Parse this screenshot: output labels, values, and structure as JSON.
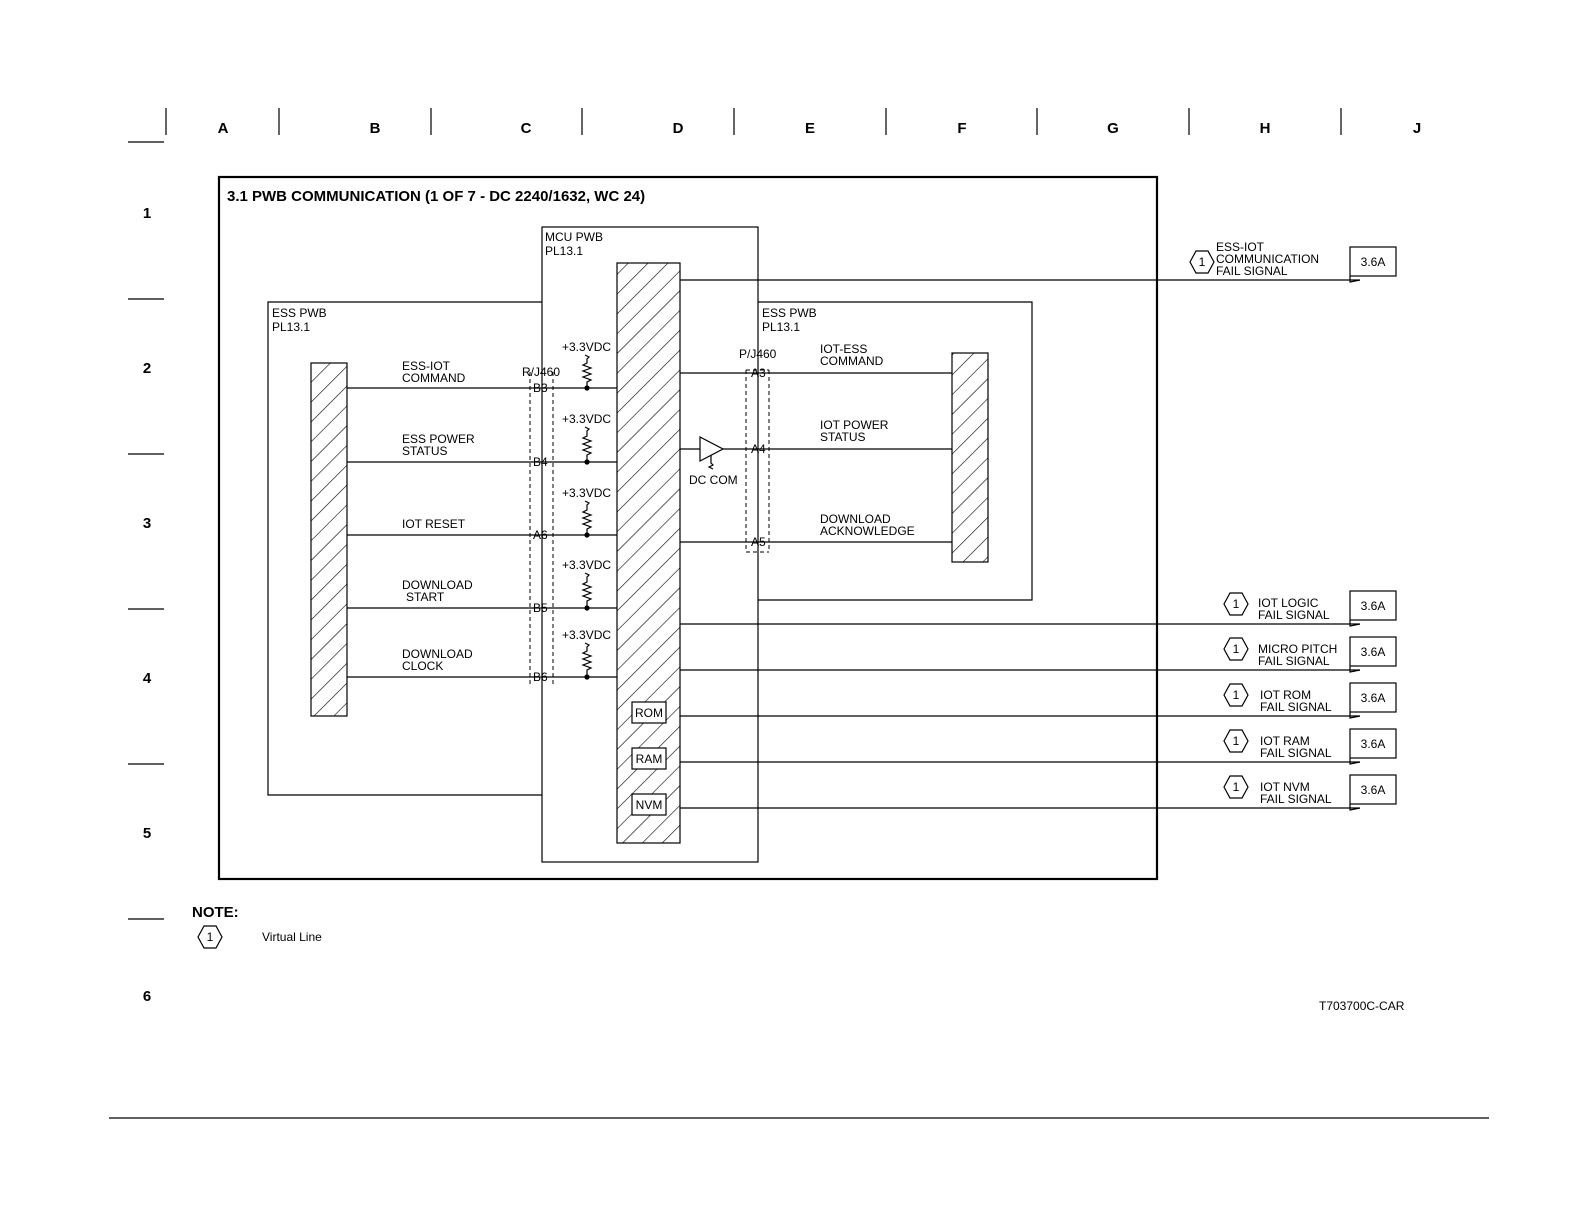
{
  "grid": {
    "columns": [
      "A",
      "B",
      "C",
      "D",
      "E",
      "F",
      "G",
      "H",
      "J"
    ],
    "rows": [
      "1",
      "2",
      "3",
      "4",
      "5",
      "6"
    ]
  },
  "diagram": {
    "title": "3.1 PWB COMMUNICATION (1 OF 7 - DC 2240/1632, WC 24)",
    "mcu_pwb": {
      "name": "MCU PWB",
      "ref": "PL13.1"
    },
    "ess_pwb_left": {
      "name": "ESS PWB",
      "ref": "PL13.1"
    },
    "ess_pwb_right": {
      "name": "ESS PWB",
      "ref": "PL13.1"
    },
    "connector_left": "R/J460",
    "connector_right": "P/J460",
    "pullup_label": "+3.3VDC",
    "dc_com": "DC COM",
    "memory": [
      "ROM",
      "RAM",
      "NVM"
    ],
    "left_signals": [
      {
        "line1": "ESS-IOT",
        "line2": "COMMAND",
        "pin": "B3"
      },
      {
        "line1": "ESS POWER",
        "line2": "STATUS",
        "pin": "B4"
      },
      {
        "line1": "IOT RESET",
        "line2": "",
        "pin": "A6"
      },
      {
        "line1": "DOWNLOAD",
        "line2": "START",
        "pin": "B5"
      },
      {
        "line1": "DOWNLOAD",
        "line2": "CLOCK",
        "pin": "B6"
      }
    ],
    "right_signals": [
      {
        "line1": "IOT-ESS",
        "line2": "COMMAND",
        "pin": "A3"
      },
      {
        "line1": "IOT POWER",
        "line2": "STATUS",
        "pin": "A4"
      },
      {
        "line1": "DOWNLOAD",
        "line2": "ACKNOWLEDGE",
        "pin": "A5"
      }
    ],
    "outputs": [
      {
        "hex": "1",
        "line1": "ESS-IOT",
        "line2": "COMMUNICATION",
        "line3": "FAIL SIGNAL",
        "ref": "3.6A"
      },
      {
        "hex": "1",
        "line1": "IOT LOGIC",
        "line2": "FAIL SIGNAL",
        "line3": "",
        "ref": "3.6A"
      },
      {
        "hex": "1",
        "line1": "MICRO PITCH",
        "line2": "FAIL SIGNAL",
        "line3": "",
        "ref": "3.6A"
      },
      {
        "hex": "1",
        "line1": "IOT ROM",
        "line2": "FAIL SIGNAL",
        "line3": "",
        "ref": "3.6A"
      },
      {
        "hex": "1",
        "line1": "IOT RAM",
        "line2": "FAIL SIGNAL",
        "line3": "",
        "ref": "3.6A"
      },
      {
        "hex": "1",
        "line1": "IOT NVM",
        "line2": "FAIL SIGNAL",
        "line3": "",
        "ref": "3.6A"
      }
    ]
  },
  "note": {
    "heading": "NOTE:",
    "hex": "1",
    "text": "Virtual Line"
  },
  "doc_code": "T703700C-CAR"
}
